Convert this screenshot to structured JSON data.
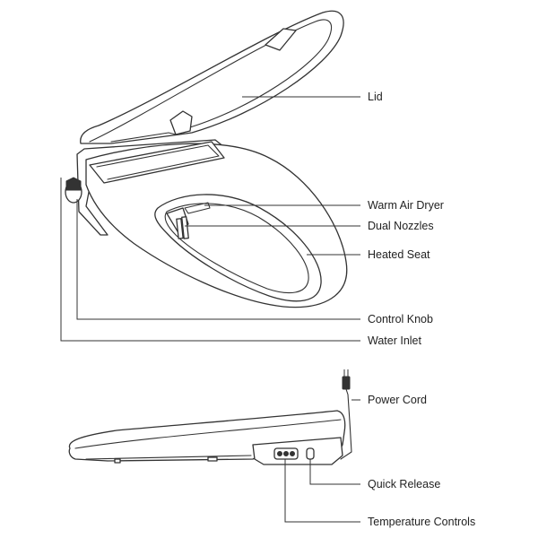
{
  "colors": {
    "line": "#333333",
    "text": "#222222",
    "background": "#ffffff"
  },
  "labels": {
    "lid": "Lid",
    "warm_air_dryer": "Warm Air Dryer",
    "dual_nozzles": "Dual Nozzles",
    "heated_seat": "Heated Seat",
    "control_knob": "Control Knob",
    "water_inlet": "Water Inlet",
    "power_cord": "Power Cord",
    "quick_release": "Quick Release",
    "temperature_controls": "Temperature Controls"
  }
}
